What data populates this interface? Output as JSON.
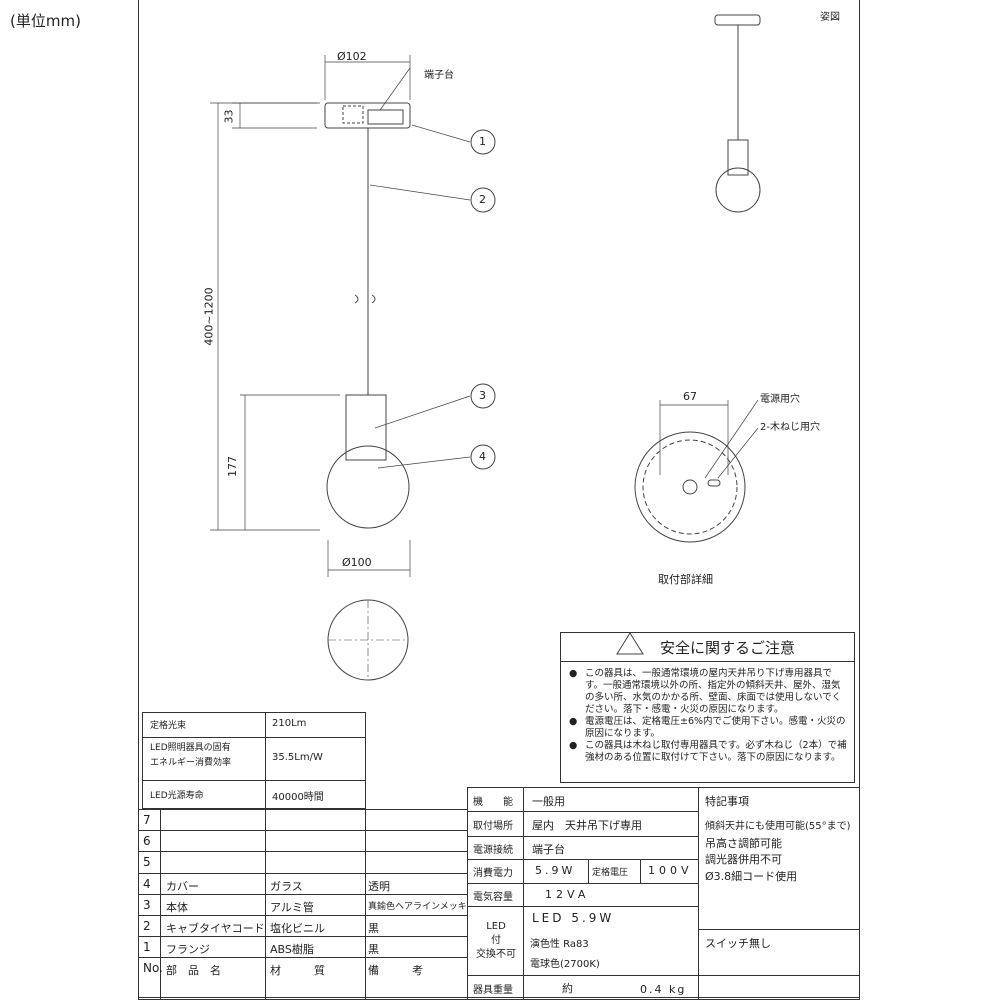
{
  "unit_label": "(単位mm)",
  "drawing": {
    "dims": {
      "flange_dia": "Ø102",
      "flange_height": "33",
      "cord_length": "400~1200",
      "body_height": "177",
      "bulb_dia": "Ø100",
      "mount_width": "67"
    },
    "labels": {
      "terminal": "端子台",
      "power_hole": "電源用穴",
      "screw_holes": "2-木ねじ用穴",
      "mount_detail": "取付部詳細",
      "appearance": "姿図"
    },
    "callouts": [
      "1",
      "2",
      "3",
      "4"
    ]
  },
  "safety": {
    "title": "安全に関するご注意",
    "items": [
      "この器具は、一般通常環境の屋内天井吊り下げ専用器具です。一般通常環境以外の所、指定外の傾斜天井、屋外、湿気の多い所、水気のかかる所、壁面、床面では使用しないでください。落下・感電・火災の原因になります。",
      "電源電圧は、定格電圧±6%内でご使用下さい。感電・火災の原因になります。",
      "この器具は木ねじ取付専用器具です。必ず木ねじ（2本）で補強材のある位置に取付けて下さい。落下の原因になります。"
    ]
  },
  "efficiency": [
    {
      "label": "定格光束",
      "value": "210Lm"
    },
    {
      "label": "LED照明器具の固有\nエネルギー消費効率",
      "value": "35.5Lm/W"
    },
    {
      "label": "LED光源寿命",
      "value": "40000時間"
    }
  ],
  "parts": {
    "header": {
      "no": "No.",
      "name": "部　品　名",
      "material": "材　　　質",
      "remarks": "備　　　考"
    },
    "rows": [
      {
        "no": "7",
        "name": "",
        "material": "",
        "remarks": ""
      },
      {
        "no": "6",
        "name": "",
        "material": "",
        "remarks": ""
      },
      {
        "no": "5",
        "name": "",
        "material": "",
        "remarks": ""
      },
      {
        "no": "4",
        "name": "カバー",
        "material": "ガラス",
        "remarks": "透明"
      },
      {
        "no": "3",
        "name": "本体",
        "material": "アルミ管",
        "remarks": "真鍮色ヘアラインメッキ"
      },
      {
        "no": "2",
        "name": "キャブタイヤコード",
        "material": "塩化ビニル",
        "remarks": "黒"
      },
      {
        "no": "1",
        "name": "フランジ",
        "material": "ABS樹脂",
        "remarks": "黒"
      }
    ]
  },
  "specs": {
    "function": {
      "label": "機　　能",
      "value": "一般用"
    },
    "location": {
      "label": "取付場所",
      "value": "屋内　天井吊下げ専用"
    },
    "connection": {
      "label": "電源接続",
      "value": "端子台"
    },
    "power": {
      "label": "消費電力",
      "value": "5.9W",
      "voltage_label": "定格電圧",
      "voltage": "100V"
    },
    "capacity": {
      "label": "電気容量",
      "value": "12VA"
    },
    "led": {
      "label": "LED\n付\n交換不可",
      "line1": "LED 5.9W",
      "line2": "演色性 Ra83",
      "line3": "電球色(2700K)"
    },
    "weight": {
      "label": "器具重量",
      "prefix": "約",
      "value": "0.4 kg"
    }
  },
  "notes": {
    "title": "特記事項",
    "items": [
      "傾斜天井にも使用可能(55°まで)",
      "吊高さ調節可能",
      "調光器併用不可",
      "Ø3.8細コード使用"
    ],
    "switch": "スイッチ無し"
  }
}
